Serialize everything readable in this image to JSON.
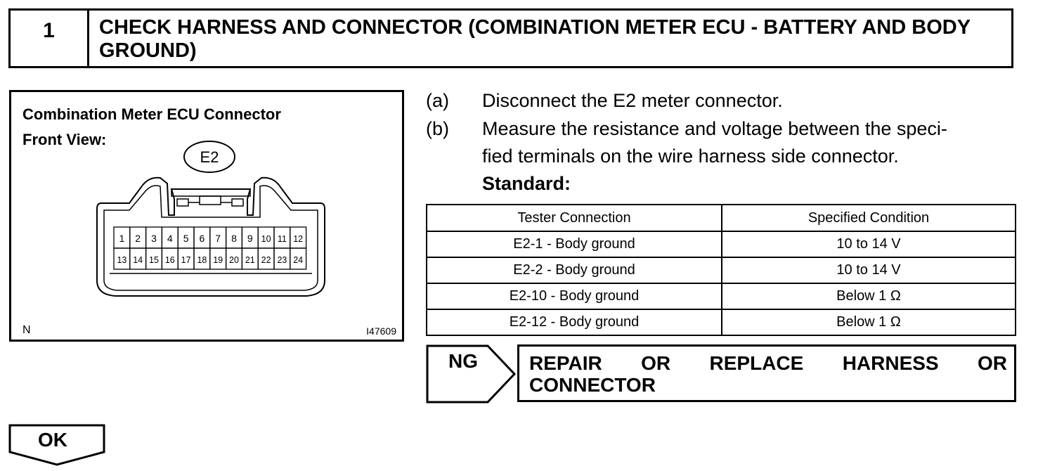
{
  "header": {
    "step_number": "1",
    "title": "CHECK HARNESS AND CONNECTOR (COMBINATION METER ECU - BATTERY AND BODY GROUND)"
  },
  "illustration": {
    "title_line1": "Combination Meter ECU Connector",
    "title_line2": "Front View:",
    "connector_label": "E2",
    "pins_top": [
      "1",
      "2",
      "3",
      "4",
      "5",
      "6",
      "7",
      "8",
      "9",
      "10",
      "11",
      "12"
    ],
    "pins_bottom": [
      "13",
      "14",
      "15",
      "16",
      "17",
      "18",
      "19",
      "20",
      "21",
      "22",
      "23",
      "24"
    ],
    "corner_label": "N",
    "figure_id": "I47609"
  },
  "steps": [
    {
      "label": "(a)",
      "text": "Disconnect the E2 meter connector."
    },
    {
      "label": "(b)",
      "text_line1": "Measure the resistance and voltage between the speci-",
      "text_line2": "fied terminals on the wire harness side connector."
    }
  ],
  "standard_label": "Standard:",
  "table": {
    "headers": [
      "Tester Connection",
      "Specified Condition"
    ],
    "rows": [
      [
        "E2-1 - Body ground",
        "10 to 14 V"
      ],
      [
        "E2-2 - Body ground",
        "10 to 14 V"
      ],
      [
        "E2-10 - Body ground",
        "Below 1 Ω"
      ],
      [
        "E2-12 - Body ground",
        "Below 1 Ω"
      ]
    ]
  },
  "ng": {
    "label": "NG",
    "words_line1": [
      "REPAIR",
      "OR",
      "REPLACE",
      "HARNESS",
      "OR"
    ],
    "line2": "CONNECTOR"
  },
  "ok": {
    "label": "OK"
  }
}
